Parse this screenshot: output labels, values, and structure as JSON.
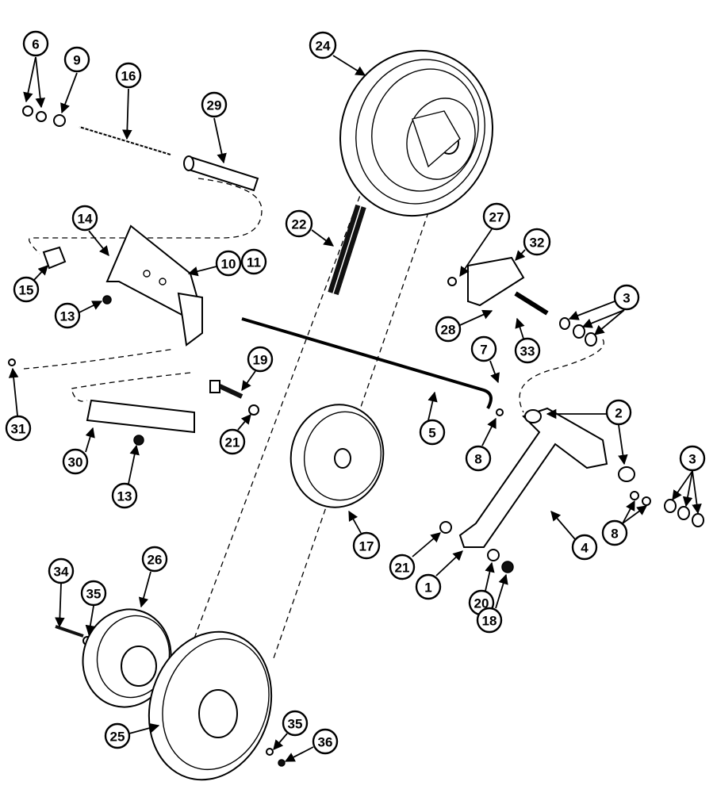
{
  "diagram": {
    "callouts": [
      "6",
      "9",
      "16",
      "29",
      "24",
      "22",
      "27",
      "32",
      "14",
      "10",
      "11",
      "15",
      "13",
      "3",
      "28",
      "33",
      "7",
      "31",
      "19",
      "5",
      "2",
      "21",
      "30",
      "13",
      "8",
      "17",
      "3",
      "8",
      "4",
      "21",
      "1",
      "20",
      "18",
      "34",
      "35",
      "26",
      "25",
      "35",
      "36"
    ]
  }
}
